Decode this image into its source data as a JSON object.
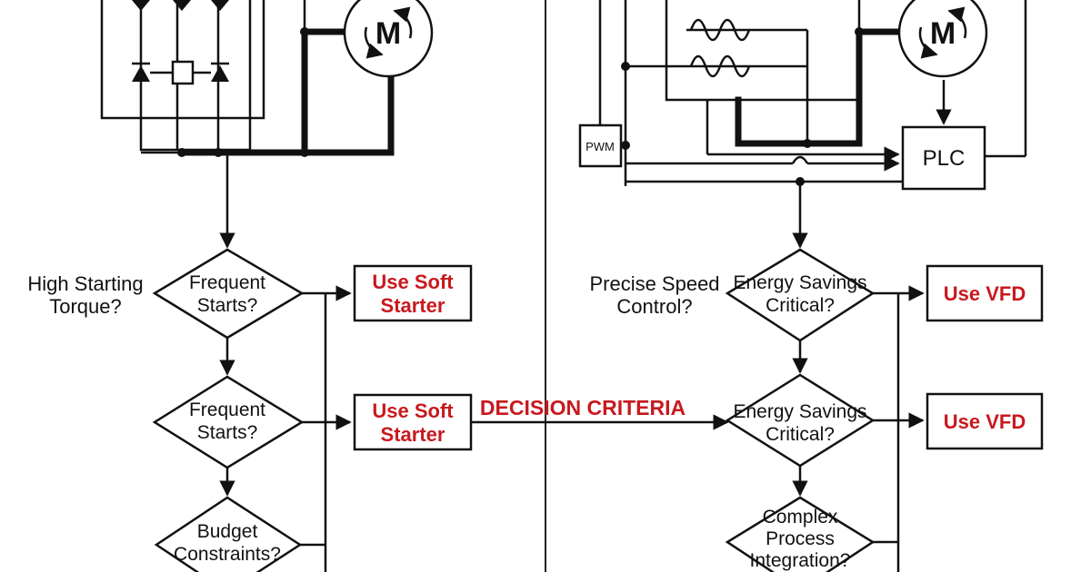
{
  "circuit": {
    "motor_left": "M",
    "motor_right": "M",
    "pwm": "PWM",
    "plc": "PLC"
  },
  "left": {
    "side_question": "High Starting\nTorque?",
    "decision1": "Frequent\nStarts?",
    "decision2": "Frequent\nStarts?",
    "decision3": "Budget\nConstraints?",
    "action1": "Use Soft\nStarter",
    "action2": "Use Soft\nStarter"
  },
  "right": {
    "side_question": "Precise Speed\nControl?",
    "decision1": "Energy Savings\nCritical?",
    "decision2": "Energy Savings\nCritical?",
    "decision3": "Complex\nProcess\nIntegration?",
    "action1": "Use VFD",
    "action2": "Use VFD"
  },
  "criteria": "DECISION CRITERIA",
  "colors": {
    "accent": "#c8191e",
    "ink": "#111111"
  }
}
